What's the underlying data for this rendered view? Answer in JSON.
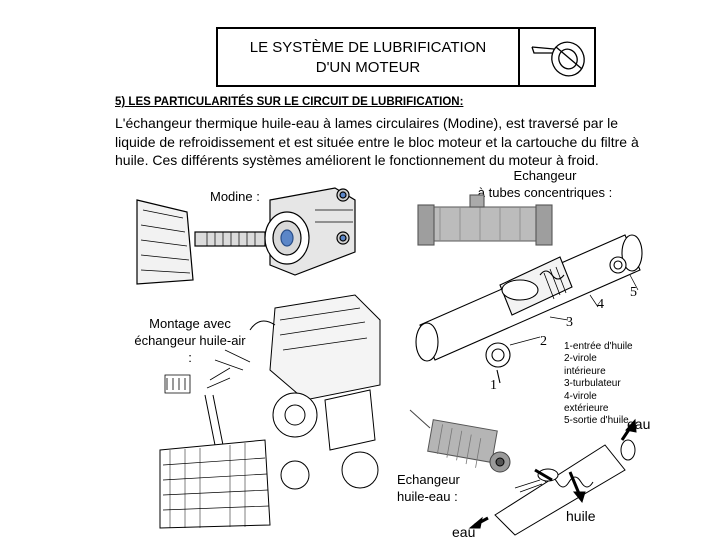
{
  "header": {
    "title_line1": "LE SYSTÈME DE LUBRIFICATION",
    "title_line2": "D'UN MOTEUR"
  },
  "section": {
    "heading": "5) LES PARTICULARITÉS SUR LE CIRCUIT DE LUBRIFICATION:",
    "paragraph": "L'échangeur thermique huile-eau à lames circulaires (Modine), est traversé par le liquide de refroidissement et est située entre le bloc moteur et la cartouche du filtre à huile. Ces différents systèmes améliorent le fonctionnement du moteur à froid."
  },
  "figures": {
    "modine_label": "Modine :",
    "exchanger_label_line1": "Echangeur",
    "exchanger_label_line2": "à tubes concentriques :",
    "montage_label_line1": "Montage avec",
    "montage_label_line2": "échangeur huile-air",
    "montage_label_line3": ":",
    "num1": "1",
    "num2": "2",
    "num3": "3",
    "num4": "4",
    "num5": "5",
    "legend": [
      "1-entrée d'huile",
      "2-virole",
      "intérieure",
      "3-turbulateur",
      "4-virole",
      "extérieure",
      "5-sortie d'huile"
    ],
    "eau_top": "eau",
    "oil_water_label_line1": "Echangeur",
    "oil_water_label_line2": "huile-eau :",
    "huile_label": "huile",
    "eau_bottom": "eau"
  }
}
